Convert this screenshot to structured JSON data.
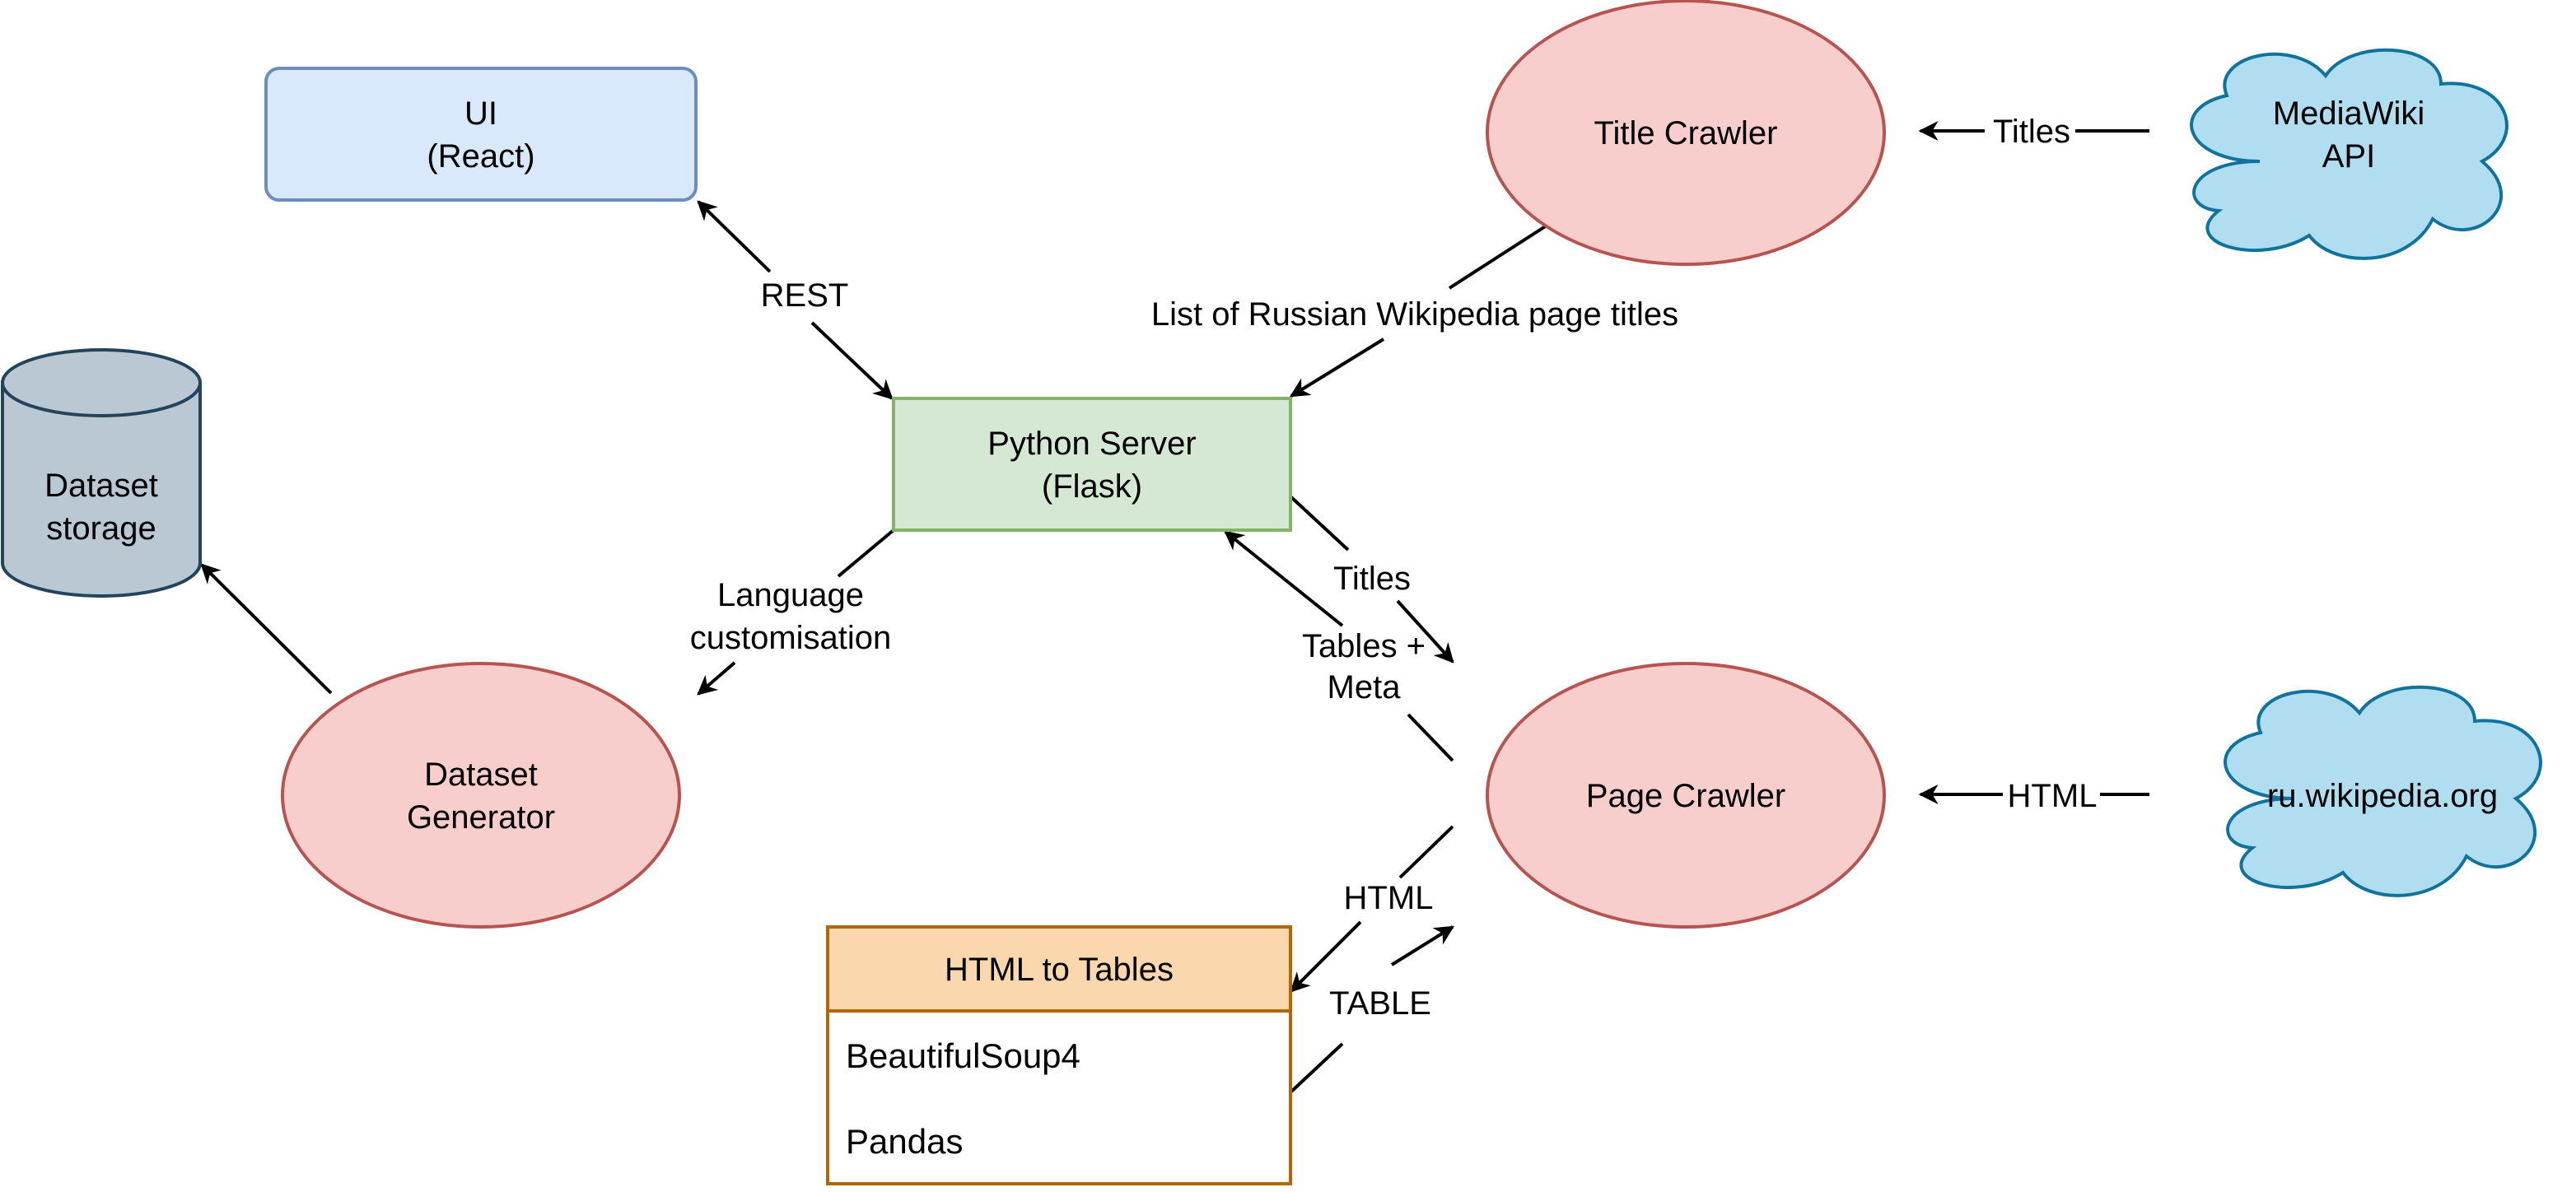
{
  "colors": {
    "ui_fill": "#dae8fc",
    "ui_stroke": "#6c8ebf",
    "server_fill": "#d5e8d4",
    "server_stroke": "#82b366",
    "crawler_fill": "#f8cecc",
    "crawler_stroke": "#b85450",
    "cloud_fill": "#b1ddf0",
    "cloud_stroke": "#10739e",
    "storage_fill": "#bac8d3",
    "storage_stroke": "#23445d",
    "html_header_fill": "#fad7ac",
    "html_stroke": "#b46504",
    "edge": "#000000"
  },
  "nodes": {
    "ui": {
      "line1": "UI",
      "line2": "(React)"
    },
    "python_server": {
      "line1": "Python Server",
      "line2": "(Flask)"
    },
    "title_crawler": {
      "label": "Title Crawler"
    },
    "mediawiki_api": {
      "line1": "MediaWiki",
      "line2": "API"
    },
    "dataset_storage": {
      "line1": "Dataset",
      "line2": "storage"
    },
    "dataset_generator": {
      "line1": "Dataset",
      "line2": "Generator"
    },
    "page_crawler": {
      "label": "Page Crawler"
    },
    "ru_wikipedia": {
      "label": "ru.wikipedia.org"
    },
    "html_to_tables": {
      "title": "HTML to Tables",
      "items": [
        "BeautifulSoup4",
        "Pandas"
      ]
    }
  },
  "edges": {
    "rest": "REST",
    "titles_api": "Titles",
    "page_titles": "List of Russian Wikipedia page titles",
    "language_line1": "Language",
    "language_line2": "customisation",
    "titles_server": "Titles",
    "tables_meta_line1": "Tables +",
    "tables_meta_line2": "Meta",
    "html_page": "HTML",
    "html_tables": "HTML",
    "table": "TABLE"
  }
}
